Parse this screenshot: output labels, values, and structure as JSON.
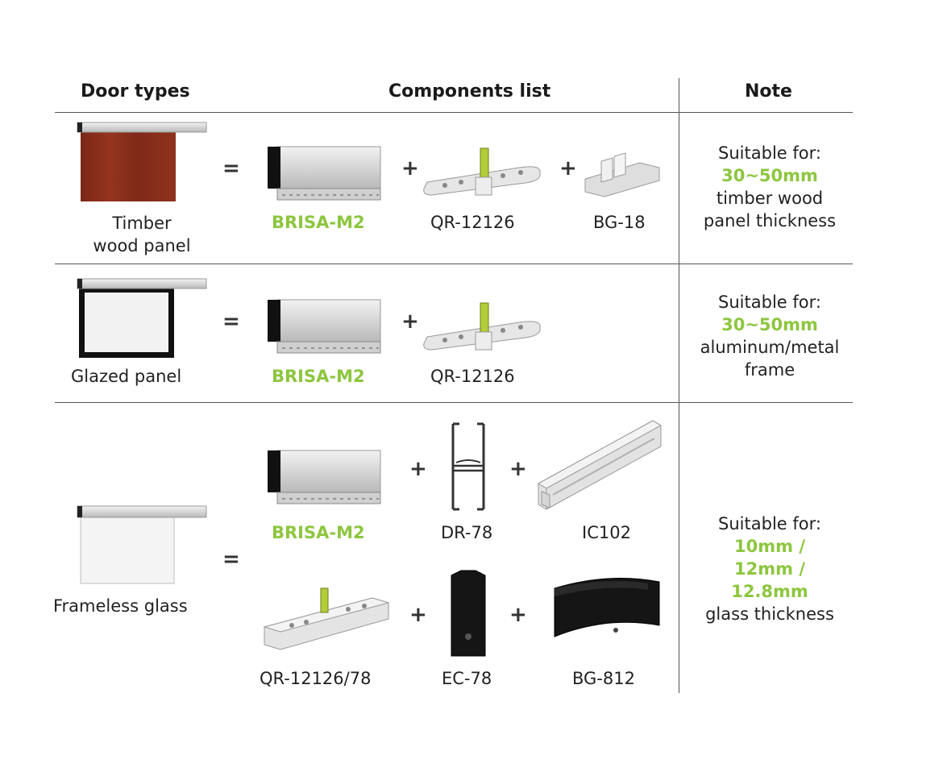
{
  "headers": {
    "door_types": "Door types",
    "components_list": "Components list",
    "note": "Note"
  },
  "symbols": {
    "equals": "=",
    "plus": "+"
  },
  "rows": [
    {
      "door_label_line1": "Timber",
      "door_label_line2": "wood panel",
      "components": [
        "BRISA-M2",
        "QR-12126",
        "BG-18"
      ],
      "note": {
        "line1": "Suitable for:",
        "highlight": "30~50mm",
        "line3": "timber wood",
        "line4": "panel thickness"
      }
    },
    {
      "door_label_line1": "Glazed panel",
      "components": [
        "BRISA-M2",
        "QR-12126"
      ],
      "note": {
        "line1": "Suitable for:",
        "highlight": "30~50mm",
        "line3": "aluminum/metal",
        "line4": "frame"
      }
    },
    {
      "door_label_line1": "Frameless glass",
      "components": [
        "BRISA-M2",
        "DR-78",
        "IC102",
        "QR-12126/78",
        "EC-78",
        "BG-812"
      ],
      "note": {
        "line1": "Suitable for:",
        "highlight1": "10mm /",
        "highlight2": "12mm /",
        "highlight3": "12.8mm",
        "line5": "glass thickness"
      }
    }
  ],
  "colors": {
    "accent": "#8dc63f",
    "timber": "#8a2e1b",
    "text": "#1a1a1a"
  }
}
